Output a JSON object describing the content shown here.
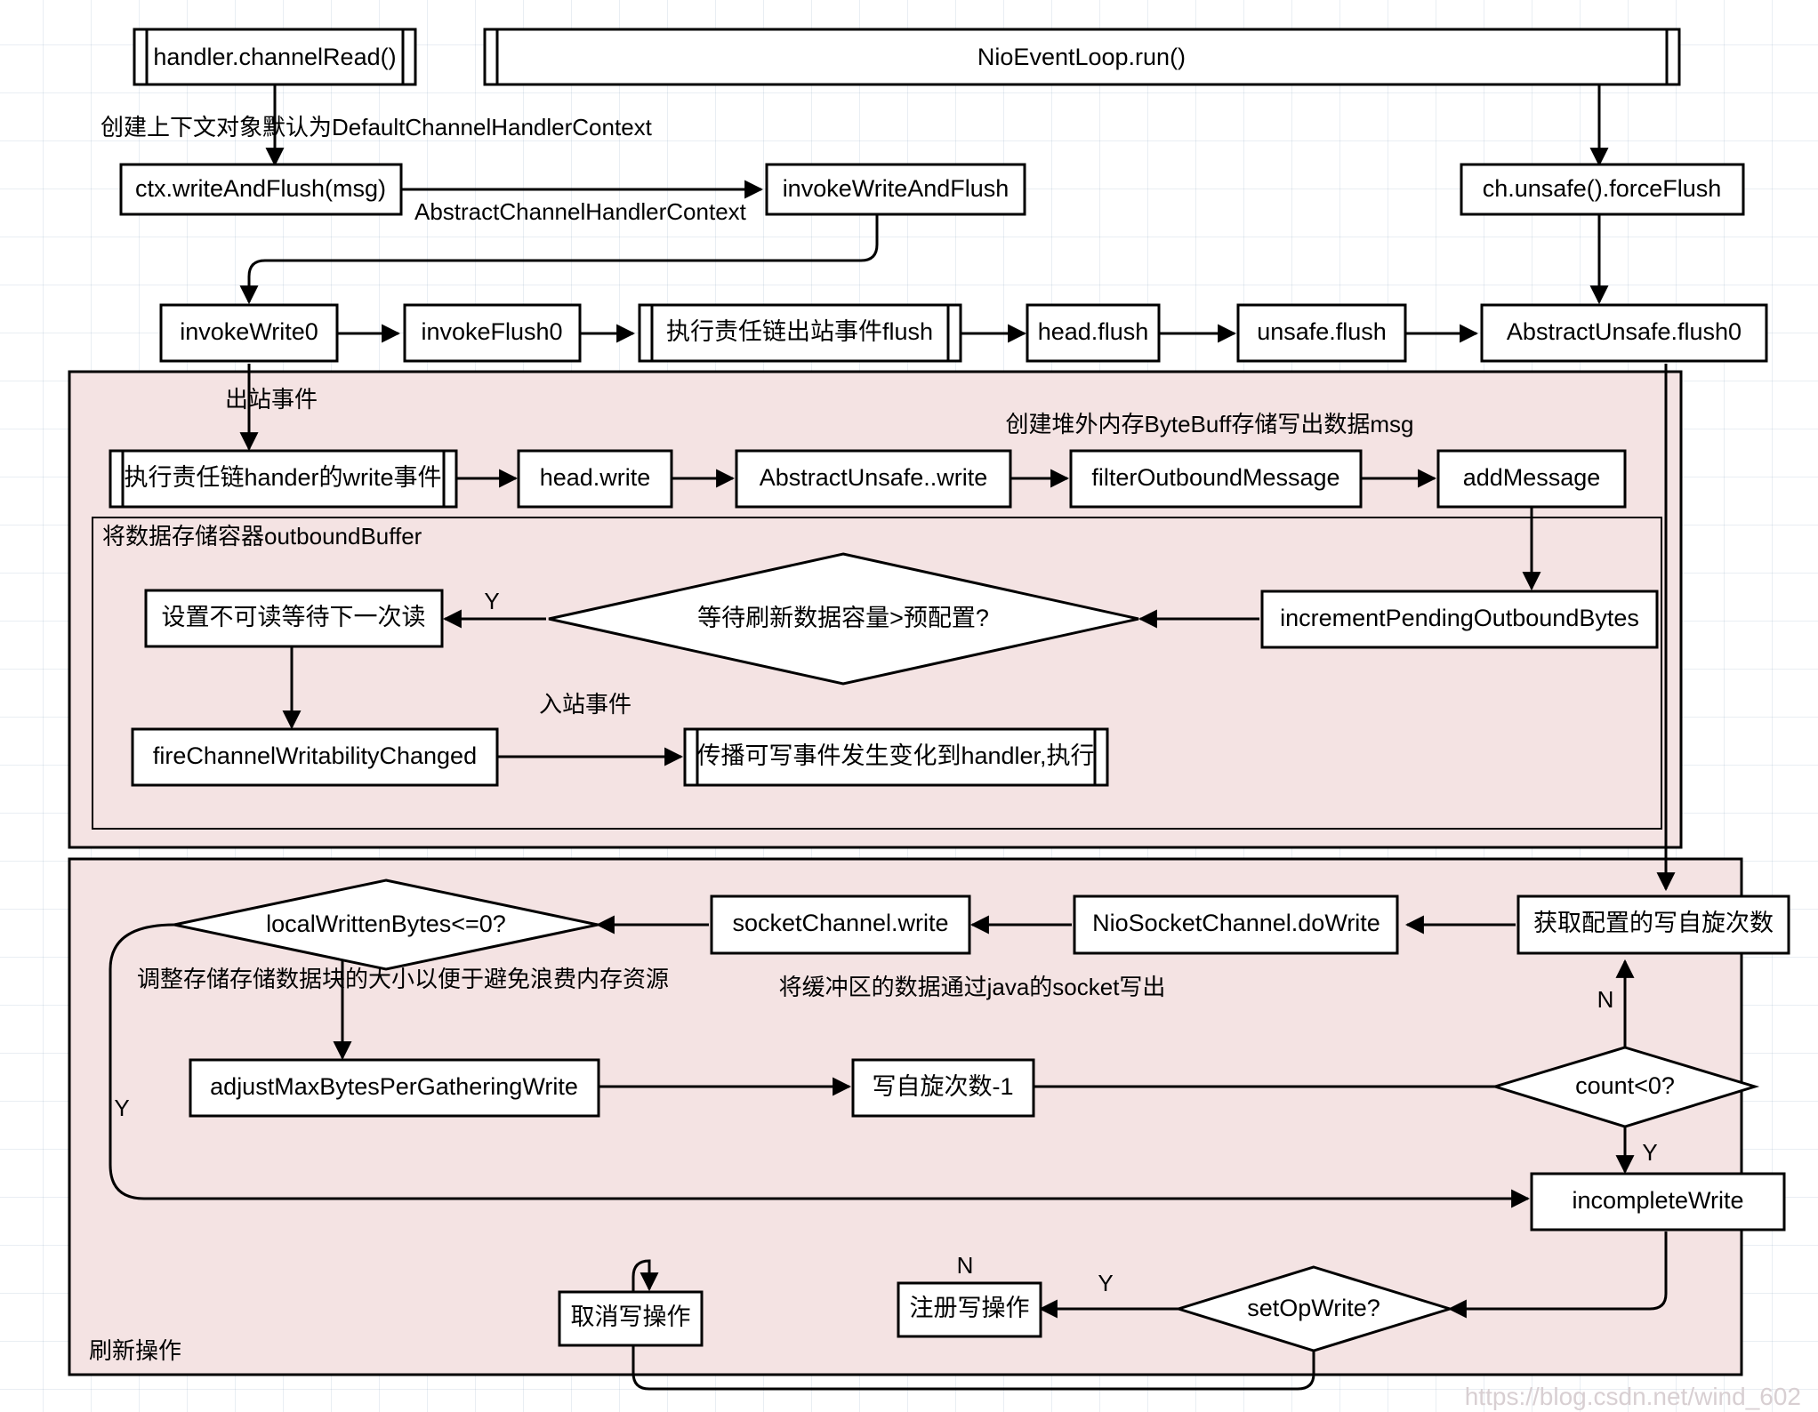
{
  "diagram": {
    "title": "Netty write and flush flow",
    "watermark": "https://blog.csdn.net/wind_602",
    "colors": {
      "group_fill": "#f4e3e3",
      "node_fill": "#ffffff",
      "stroke": "#000000",
      "grid": "#dce6ef"
    },
    "groups": [
      {
        "id": "g-outbound",
        "label": "出站事件"
      },
      {
        "id": "g-outbound-buffer",
        "label": "将数据存储容器outboundBuffer"
      },
      {
        "id": "g-flush",
        "label": "刷新操作"
      }
    ],
    "nodes": [
      {
        "id": "handler-channelread",
        "label": "handler.channelRead()",
        "shape": "process"
      },
      {
        "id": "nioeventloop-run",
        "label": "NioEventLoop.run()",
        "shape": "process"
      },
      {
        "id": "ctx-writeandflush",
        "label": "ctx.writeAndFlush(msg)",
        "shape": "rect"
      },
      {
        "id": "invokewriteandflush",
        "label": "invokeWriteAndFlush",
        "shape": "rect"
      },
      {
        "id": "ch-unsafe-forceflush",
        "label": "ch.unsafe().forceFlush",
        "shape": "rect"
      },
      {
        "id": "invokewrite0",
        "label": "invokeWrite0",
        "shape": "rect"
      },
      {
        "id": "invokeflush0",
        "label": "invokeFlush0",
        "shape": "rect"
      },
      {
        "id": "chain-outbound-flush",
        "label": "执行责任链出站事件flush",
        "shape": "process"
      },
      {
        "id": "head-flush",
        "label": "head.flush",
        "shape": "rect"
      },
      {
        "id": "unsafe-flush",
        "label": "unsafe.flush",
        "shape": "rect"
      },
      {
        "id": "abstractunsafe-flush0",
        "label": "AbstractUnsafe.flush0",
        "shape": "rect"
      },
      {
        "id": "chain-handler-write",
        "label": "执行责任链hander的write事件",
        "shape": "process"
      },
      {
        "id": "head-write",
        "label": "head.write",
        "shape": "rect"
      },
      {
        "id": "abstractunsafe-write",
        "label": "AbstractUnsafe..write",
        "shape": "rect"
      },
      {
        "id": "filteroutboundmessage",
        "label": "filterOutboundMessage",
        "shape": "rect"
      },
      {
        "id": "addmessage",
        "label": "addMessage",
        "shape": "rect"
      },
      {
        "id": "incrementpendingoutbound",
        "label": "incrementPendingOutboundBytes",
        "shape": "rect"
      },
      {
        "id": "wait-capacity-decision",
        "label": "等待刷新数据容量>预配置?",
        "shape": "diamond"
      },
      {
        "id": "set-unreadable",
        "label": "设置不可读等待下一次读",
        "shape": "rect"
      },
      {
        "id": "firechannelwritability",
        "label": "fireChannelWritabilityChanged",
        "shape": "rect"
      },
      {
        "id": "propagate-writable",
        "label": "传播可写事件发生变化到handler,执行",
        "shape": "process"
      },
      {
        "id": "get-write-spin-count",
        "label": "获取配置的写自旋次数",
        "shape": "rect"
      },
      {
        "id": "niosocketchannel-dowrite",
        "label": "NioSocketChannel.doWrite",
        "shape": "rect"
      },
      {
        "id": "socketchannel-write",
        "label": "socketChannel.write",
        "shape": "rect"
      },
      {
        "id": "localwrittenbytes-decision",
        "label": "localWrittenBytes<=0?",
        "shape": "diamond"
      },
      {
        "id": "adjustmaxbytes",
        "label": "adjustMaxBytesPerGatheringWrite",
        "shape": "rect"
      },
      {
        "id": "spin-count-minus-one",
        "label": "写自旋次数-1",
        "shape": "rect"
      },
      {
        "id": "count-decision",
        "label": "count<0?",
        "shape": "diamond"
      },
      {
        "id": "incompletewrite",
        "label": "incompleteWrite",
        "shape": "rect"
      },
      {
        "id": "setopwrite-decision",
        "label": "setOpWrite?",
        "shape": "diamond"
      },
      {
        "id": "register-write-op",
        "label": "注册写操作",
        "shape": "rect"
      },
      {
        "id": "cancel-write-op",
        "label": "取消写操作",
        "shape": "rect"
      }
    ],
    "edge_labels": [
      {
        "id": "edge-default-ctx",
        "text": "创建上下文对象默认为DefaultChannelHandlerContext"
      },
      {
        "id": "edge-abstract-ctx",
        "text": "AbstractChannelHandlerContext"
      },
      {
        "id": "edge-outbound-event",
        "text": "出站事件"
      },
      {
        "id": "edge-create-bytebuff",
        "text": "创建堆外内存ByteBuff存储写出数据msg"
      },
      {
        "id": "edge-capacity-yes",
        "text": "Y"
      },
      {
        "id": "edge-inbound-event",
        "text": "入站事件"
      },
      {
        "id": "edge-socket-write-note",
        "text": "将缓冲区的数据通过java的socket写出"
      },
      {
        "id": "edge-adjust-note",
        "text": "调整存储存储数据块的大小以便于避免浪费内存资源"
      },
      {
        "id": "edge-localwritten-yes",
        "text": "Y"
      },
      {
        "id": "edge-count-no",
        "text": "N"
      },
      {
        "id": "edge-count-yes",
        "text": "Y"
      },
      {
        "id": "edge-setopwrite-yes",
        "text": "Y"
      },
      {
        "id": "edge-setopwrite-no",
        "text": "N"
      }
    ]
  }
}
